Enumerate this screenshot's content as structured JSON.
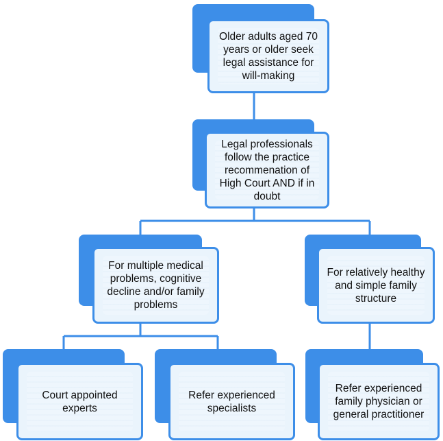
{
  "nodes": {
    "root": "Older adults aged 70 years or older seek legal assistance for will-making",
    "legal": "Legal professionals follow the practice recommenation of High Court AND if in doubt",
    "complex": "For multiple medical problems, cognitive decline and/or family problems",
    "healthy": "For relatively healthy and simple family structure",
    "court": "Court appointed experts",
    "specialists": "Refer experienced specialists",
    "gp": "Refer experienced family physician or general practitioner"
  },
  "colors": {
    "accent": "#3d8ee8",
    "box_fill": "#eaf4fc",
    "text": "#111111"
  }
}
